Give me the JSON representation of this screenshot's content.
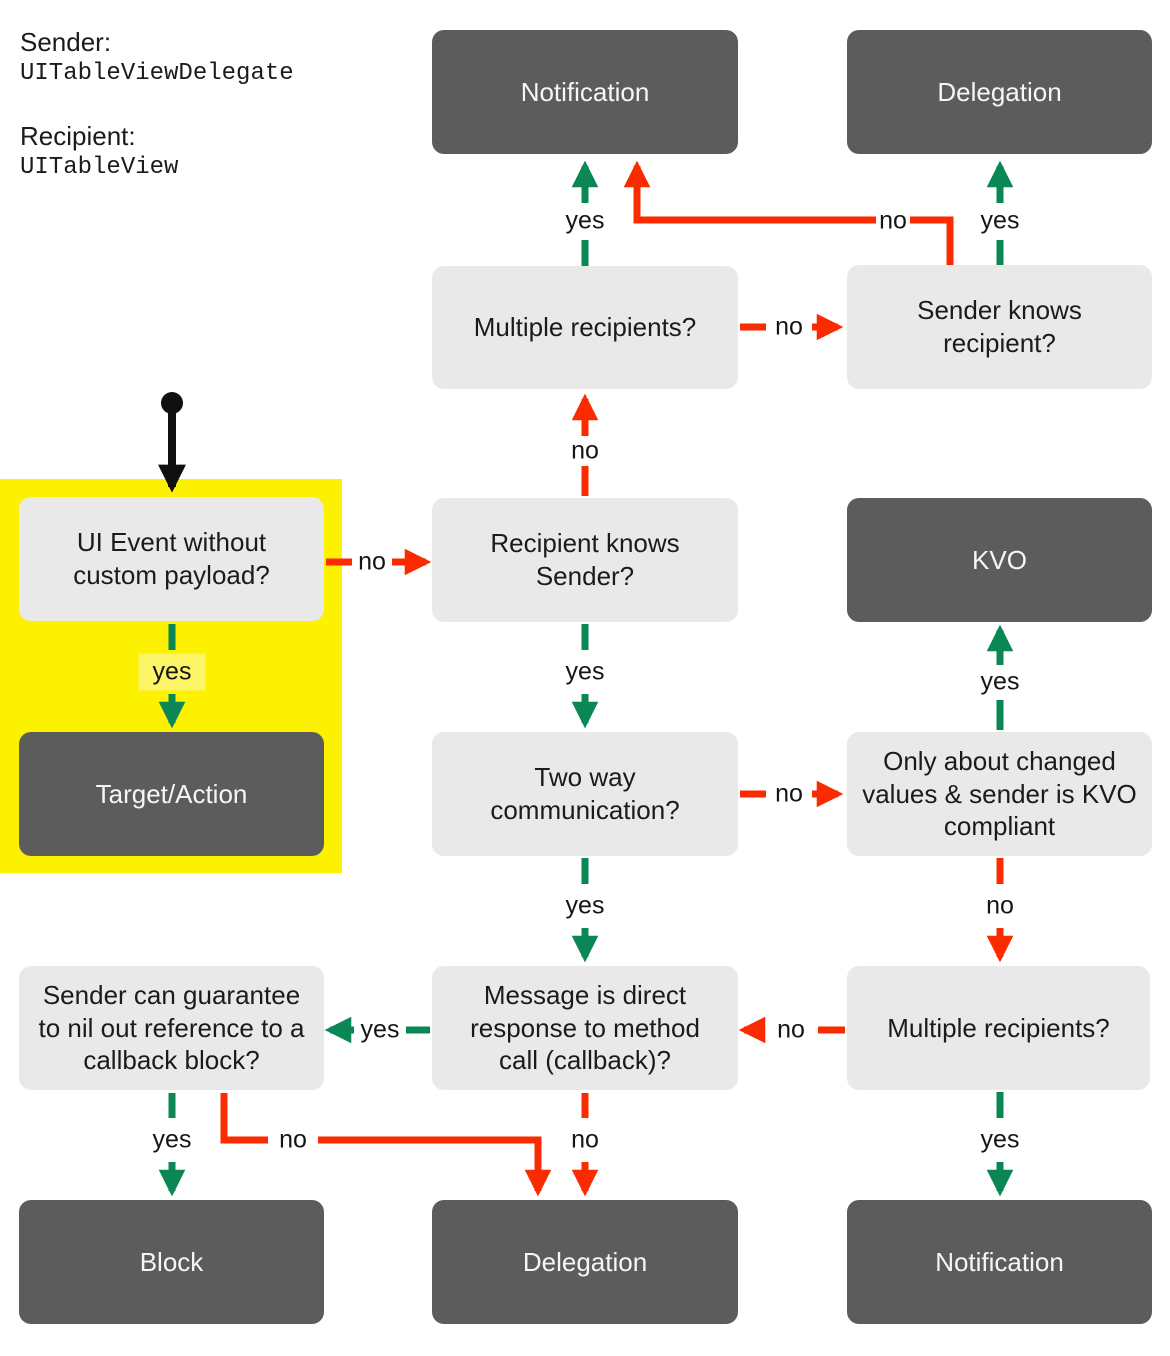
{
  "palette": {
    "dark_box": "#5C5C5C",
    "light_box": "#E9E9E9",
    "yellow_highlight": "#FBF100",
    "green_arrow": "#0B8756",
    "red_arrow": "#FA2B00"
  },
  "header": {
    "sender_label": "Sender:",
    "sender_value": "UITableViewDelegate",
    "recipient_label": "Recipient:",
    "recipient_value": "UITableView"
  },
  "nodes": {
    "notification_top": "Notification",
    "delegation_top": "Delegation",
    "multiple_recipients_top": "Multiple recipients?",
    "sender_knows_recipient": "Sender knows recipient?",
    "ui_event": "UI Event without custom payload?",
    "recipient_knows_sender": "Recipient knows Sender?",
    "kvo": "KVO",
    "target_action": "Target/Action",
    "two_way": "Two way communication?",
    "only_changed": "Only about changed values & sender is KVO compliant",
    "sender_guarantee": "Sender can guarantee to nil out reference to a callback block?",
    "message_direct": "Message is direct response to method call (callback)?",
    "multiple_recipients_bottom": "Multiple recipients?",
    "block": "Block",
    "delegation_bottom": "Delegation",
    "notification_bottom": "Notification"
  },
  "edges": [
    {
      "from": "multiple_recipients_top",
      "to": "notification_top",
      "label": "yes"
    },
    {
      "from": "sender_knows_recipient",
      "to": "notification_top",
      "label": "no"
    },
    {
      "from": "sender_knows_recipient",
      "to": "delegation_top",
      "label": "yes"
    },
    {
      "from": "multiple_recipients_top",
      "to": "sender_knows_recipient",
      "label": "no"
    },
    {
      "from": "recipient_knows_sender",
      "to": "multiple_recipients_top",
      "label": "no"
    },
    {
      "from": "ui_event",
      "to": "recipient_knows_sender",
      "label": "no"
    },
    {
      "from": "ui_event",
      "to": "target_action",
      "label": "yes"
    },
    {
      "from": "recipient_knows_sender",
      "to": "two_way",
      "label": "yes"
    },
    {
      "from": "only_changed",
      "to": "kvo",
      "label": "yes"
    },
    {
      "from": "two_way",
      "to": "only_changed",
      "label": "no"
    },
    {
      "from": "two_way",
      "to": "message_direct",
      "label": "yes"
    },
    {
      "from": "only_changed",
      "to": "multiple_recipients_bottom",
      "label": "no"
    },
    {
      "from": "multiple_recipients_bottom",
      "to": "message_direct",
      "label": "no"
    },
    {
      "from": "message_direct",
      "to": "sender_guarantee",
      "label": "yes"
    },
    {
      "from": "sender_guarantee",
      "to": "block",
      "label": "yes"
    },
    {
      "from": "sender_guarantee",
      "to": "delegation_bottom",
      "label": "no"
    },
    {
      "from": "message_direct",
      "to": "delegation_bottom",
      "label": "no"
    },
    {
      "from": "multiple_recipients_bottom",
      "to": "notification_bottom",
      "label": "yes"
    },
    {
      "from": "start",
      "to": "ui_event",
      "label": ""
    }
  ]
}
